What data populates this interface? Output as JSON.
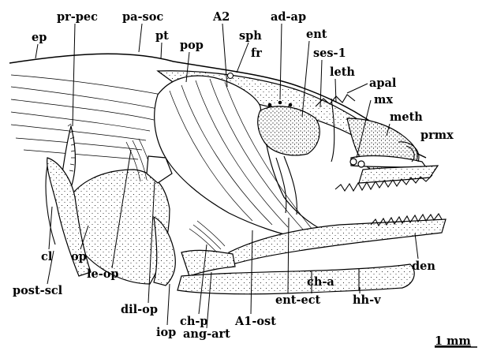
{
  "figure": {
    "labels": {
      "ep": "ep",
      "pr_pec": "pr-pec",
      "pa_soc": "pa-soc",
      "pt": "pt",
      "a2": "A2",
      "sph": "sph",
      "ad_ap": "ad-ap",
      "ent": "ent",
      "fr": "fr",
      "pop": "pop",
      "ses_1": "ses-1",
      "leth": "leth",
      "apal": "apal",
      "mx": "mx",
      "meth": "meth",
      "prmx": "prmx",
      "cl": "cl",
      "op": "op",
      "post_scl": "post-scl",
      "le_op": "le-op",
      "dil_op": "dil-op",
      "iop": "iop",
      "ch_p": "ch-p",
      "ang_art": "ang-art",
      "a1_ost": "A1-ost",
      "ent_ect": "ent-ect",
      "ch_a": "ch-a",
      "hh_v": "hh-v",
      "den": "den"
    },
    "scale_bar": "1 mm"
  }
}
